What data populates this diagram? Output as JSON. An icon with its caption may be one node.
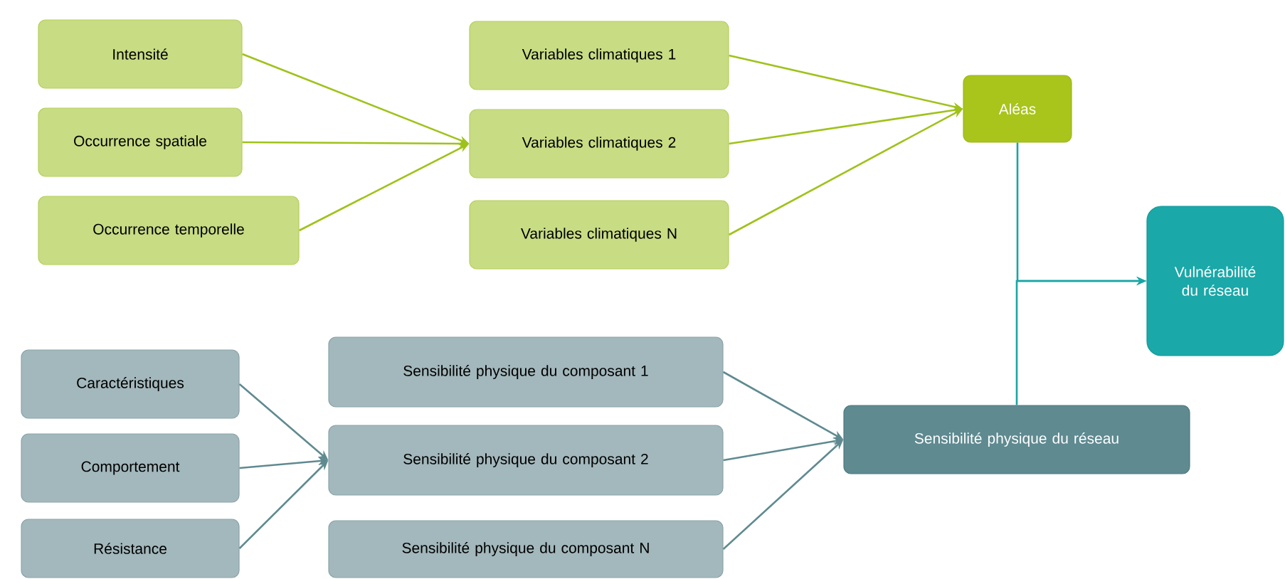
{
  "diagram": {
    "nodes": [
      {
        "text": [
          "Intensité"
        ]
      },
      {
        "text": [
          "Occurrence spatiale"
        ]
      },
      {
        "text": [
          "Occurrence temporelle"
        ]
      },
      {
        "text": [
          "Variables climatiques 1"
        ]
      },
      {
        "text": [
          "Variables climatiques 2"
        ]
      },
      {
        "text": [
          "Variables climatiques N"
        ]
      },
      {
        "text": [
          "Aléas"
        ]
      },
      {
        "text": [
          "Vulnérabilité du réseau"
        ]
      },
      {
        "text": [
          "Caractéristiques"
        ]
      },
      {
        "text": [
          "Comportement"
        ]
      },
      {
        "text": [
          "Résistance"
        ]
      },
      {
        "text": [
          "Sensibilité physique du composant 1"
        ]
      },
      {
        "text": [
          "Sensibilité physique du composant 2"
        ]
      },
      {
        "text": [
          "Sensibilité physique du composant N"
        ]
      },
      {
        "text": [
          "Sensibilité physique du réseau"
        ]
      }
    ],
    "edges": [
      {
        "from": 0,
        "to": 4,
        "arrow": "to",
        "color": "#9fc21a"
      },
      {
        "from": 1,
        "to": 4,
        "arrow": "to",
        "color": "#9fc21a"
      },
      {
        "from": 2,
        "to": 4,
        "arrow": "to",
        "color": "#9fc21a"
      },
      {
        "from": 3,
        "to": 6,
        "arrow": "to",
        "color": "#9fc21a"
      },
      {
        "from": 4,
        "to": 6,
        "arrow": "to",
        "color": "#9fc21a"
      },
      {
        "from": 5,
        "to": 6,
        "arrow": "to",
        "color": "#9fc21a"
      },
      {
        "from": 8,
        "to": 12,
        "arrow": "to",
        "color": "#5f8a90"
      },
      {
        "from": 9,
        "to": 12,
        "arrow": "to",
        "color": "#5f8a90"
      },
      {
        "from": 10,
        "to": 12,
        "arrow": "to",
        "color": "#5f8a90"
      },
      {
        "from": 11,
        "to": 14,
        "arrow": "to",
        "color": "#5f8a90"
      },
      {
        "from": 12,
        "to": 14,
        "arrow": "to",
        "color": "#5f8a90"
      },
      {
        "from": 13,
        "to": 14,
        "arrow": "to",
        "color": "#5f8a90"
      },
      {
        "from": 6,
        "to": 7,
        "arrow": "to",
        "color": "#1aa5a5"
      },
      {
        "from": 14,
        "to": 7,
        "arrow": "to",
        "color": "#1aa5a5"
      }
    ]
  }
}
